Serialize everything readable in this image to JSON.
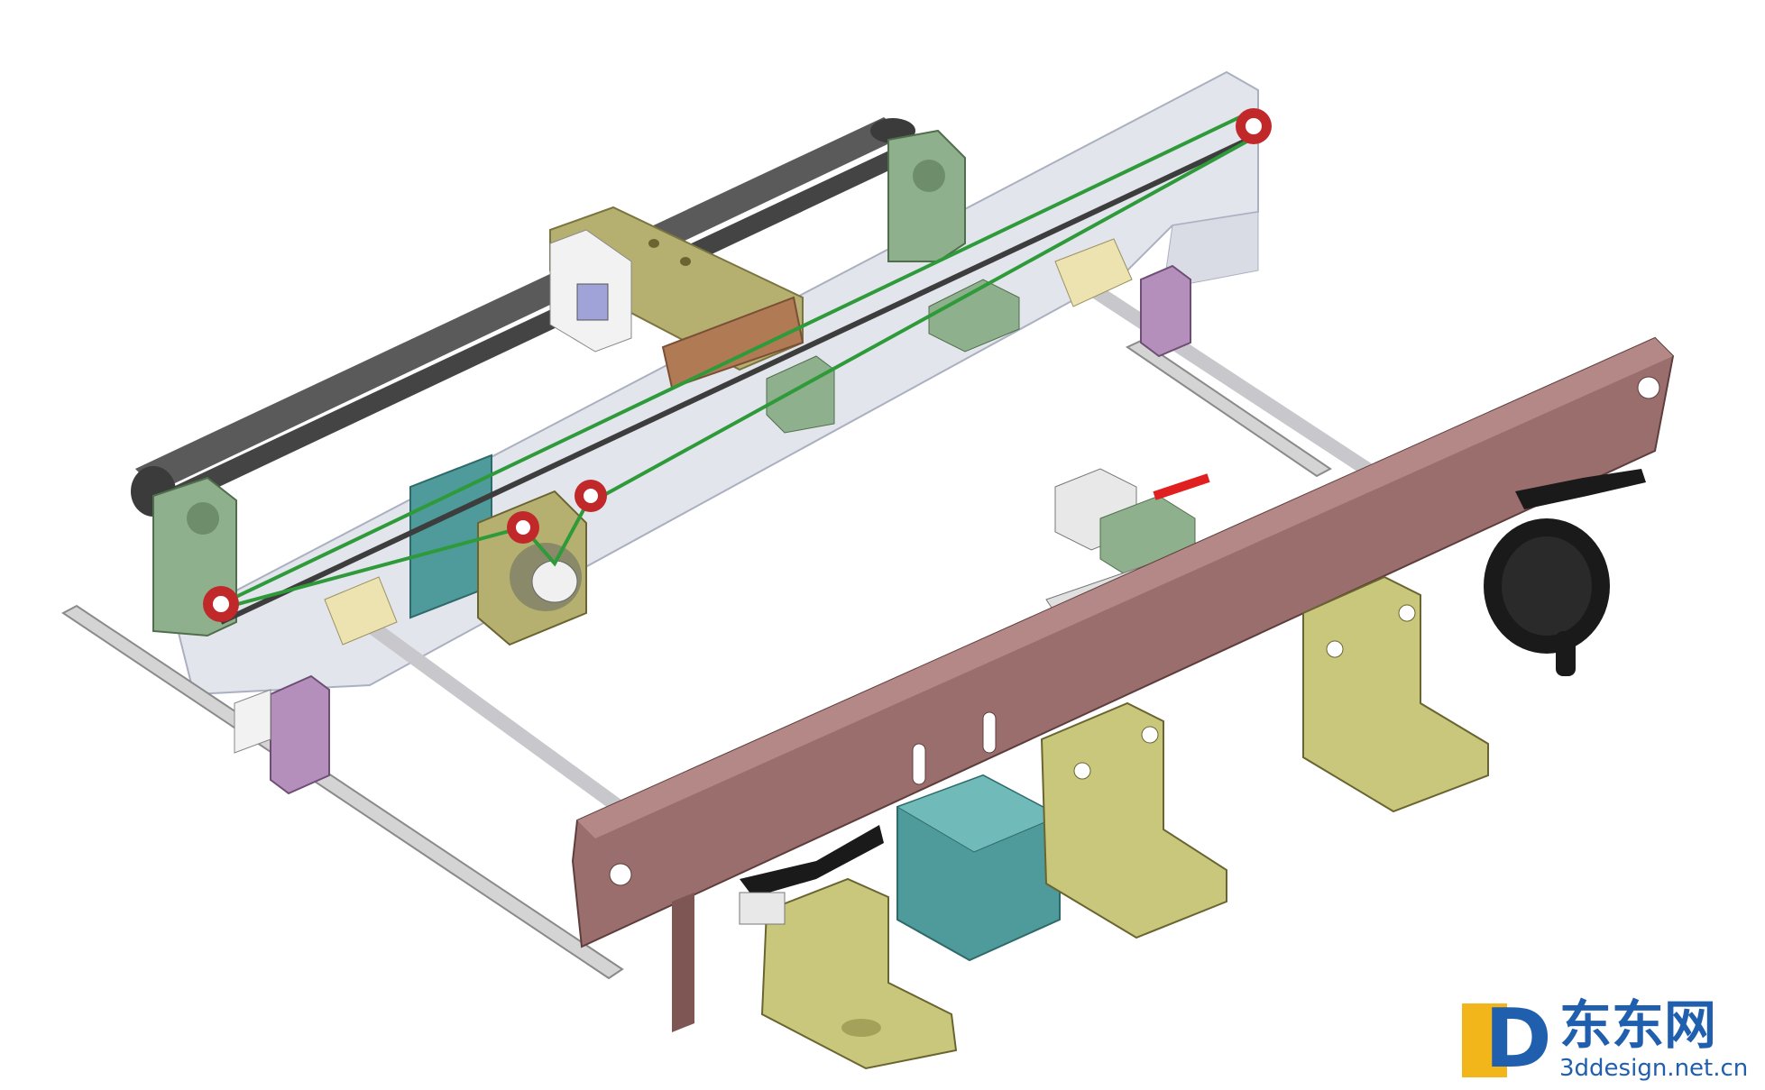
{
  "watermark": {
    "brand": "东东网",
    "domain": "3ddesign.net.cn",
    "logo_letter": "D"
  },
  "colors": {
    "background": "#ffffff",
    "front_plate": "#9a6e6c",
    "front_plate_dark": "#7e5654",
    "front_plate_edge": "#b48886",
    "bracket": "#c9c77c",
    "bracket_dark": "#a4a25a",
    "bracket_edge": "#e2df9a",
    "glass": "#d9dce6",
    "glass_edge": "#aab0c0",
    "motor_box": "#4f9a9a",
    "motor_box_top": "#70baba",
    "rail": "#d4d4d4",
    "rod": "#c8c8cc",
    "belt_green": "#2e9a3a",
    "belt_dark": "#3d3d3d",
    "mount_green": "#8fb08c",
    "block_purple": "#b58fbc",
    "carriage_olive": "#b6b070",
    "carriage_brown": "#b07a55",
    "pulley_red": "#c0282a",
    "knob_black": "#1a1a1a",
    "bearing_cream": "#ece3b0",
    "sensor_red": "#e02020",
    "logo_yellow": "#f2b61a",
    "logo_blue": "#1f5fae"
  },
  "icons": [
    "linear-guide-rail-icon",
    "stepper-motor-icon",
    "timing-belt-icon",
    "clamp-lever-icon",
    "handwheel-icon",
    "mounting-bracket-icon",
    "proximity-sensor-icon"
  ]
}
